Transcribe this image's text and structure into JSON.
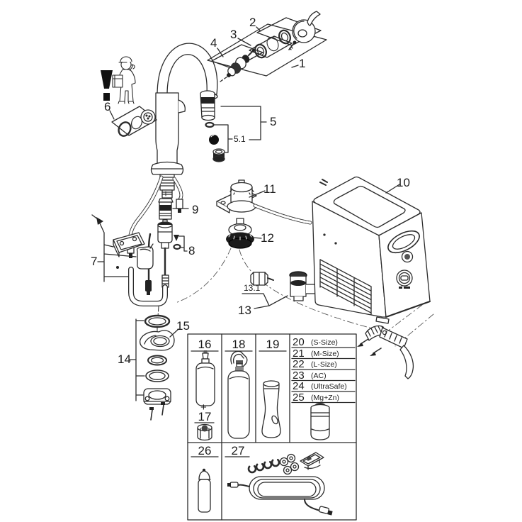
{
  "diagram": {
    "type": "exploded-parts-diagram",
    "subject": "kitchen pull-out faucet with under-sink filter and cooler unit",
    "warning_symbol": "!",
    "callouts": {
      "c1": "1",
      "c2": "2",
      "c3": "3",
      "c4": "4",
      "c5": "5",
      "c5_1": "5.1",
      "c6": "6",
      "c7": "7",
      "c8": "8",
      "c9": "9",
      "c10": "10",
      "c11": "11",
      "c12": "12",
      "c13": "13",
      "c13_1": "13.1",
      "c14": "14",
      "c15": "15"
    },
    "table": {
      "cell16": "16",
      "plus": "+",
      "cell17": "17",
      "cell18": "18",
      "cell19": "19",
      "cell26": "26",
      "cell27": "27",
      "filters": [
        {
          "num": "20",
          "size": "(S-Size)"
        },
        {
          "num": "21",
          "size": "(M-Size)"
        },
        {
          "num": "22",
          "size": "(L-Size)"
        },
        {
          "num": "23",
          "size": "(AC)"
        },
        {
          "num": "24",
          "size": "(UltraSafe)"
        },
        {
          "num": "25",
          "size": "(Mg+Zn)"
        }
      ]
    },
    "colors": {
      "line": "#2b2b2b",
      "dark_fill": "#1d1d1d",
      "background": "#ffffff"
    }
  }
}
